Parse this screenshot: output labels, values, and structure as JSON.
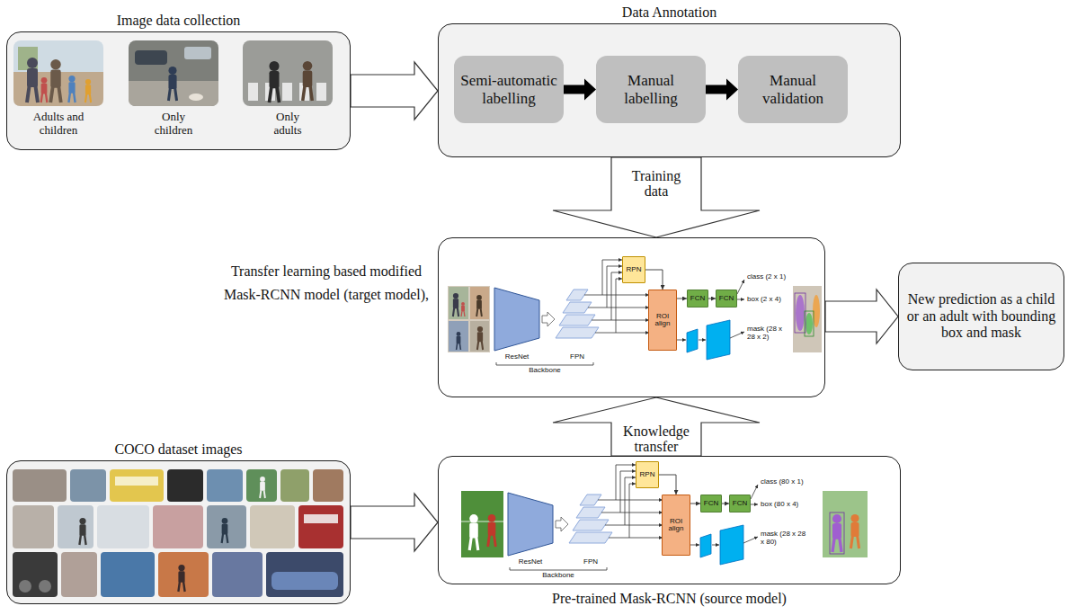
{
  "diagram": {
    "nodes": [
      {
        "text": [
          "Image data collection"
        ]
      },
      {
        "text": [
          "Data Annotation"
        ]
      },
      {
        "text": [
          "Semi-automatic labelling"
        ],
        "in": 1
      },
      {
        "text": [
          "Manual labelling"
        ],
        "in": 1
      },
      {
        "text": [
          "Manual validation"
        ],
        "in": 1
      },
      {
        "text": [
          "Transfer learning based modified Mask-RCNN model (target model),"
        ]
      },
      {
        "text": [
          "RPN"
        ],
        "in": 5
      },
      {
        "text": [
          "ROI align"
        ],
        "in": 5
      },
      {
        "text": [
          "FCN"
        ],
        "in": 5
      },
      {
        "text": [
          "FCN"
        ],
        "in": 5
      },
      {
        "text": [
          "New prediction as a child or an adult with bounding box and mask"
        ]
      },
      {
        "text": [
          "COCO dataset images"
        ]
      },
      {
        "text": [
          "Pre-trained Mask-RCNN (source model)"
        ]
      },
      {
        "text": [
          "RPN"
        ],
        "in": 12
      },
      {
        "text": [
          "ROI align"
        ],
        "in": 12
      },
      {
        "text": [
          "FCN"
        ],
        "in": 12
      },
      {
        "text": [
          "FCN"
        ],
        "in": 12
      }
    ],
    "edges": [
      {
        "from": 0,
        "to": 1,
        "arrow": "to"
      },
      {
        "from": 2,
        "to": 3,
        "arrow": "to"
      },
      {
        "from": 3,
        "to": 4,
        "arrow": "to"
      },
      {
        "from": 1,
        "to": 5,
        "label": "Training data",
        "arrow": "to"
      },
      {
        "from": 5,
        "to": 10,
        "arrow": "to"
      },
      {
        "from": 12,
        "to": 5,
        "label": "Knowledge transfer",
        "arrow": "to"
      },
      {
        "from": 11,
        "to": 12,
        "arrow": "to"
      },
      {
        "from": 6,
        "to": 7,
        "arrow": "to"
      },
      {
        "from": 7,
        "to": 8,
        "arrow": "to"
      },
      {
        "from": 8,
        "to": 9,
        "arrow": "to"
      },
      {
        "from": 13,
        "to": 14,
        "arrow": "to"
      },
      {
        "from": 14,
        "to": 15,
        "arrow": "to"
      },
      {
        "from": 15,
        "to": 16,
        "arrow": "to"
      }
    ],
    "labels": [
      "Adults and children",
      "Only children",
      "Only adults",
      "ResNet",
      "FPN",
      "Backbone",
      "class (2 x 1)",
      "box (2 x 4)",
      "mask (28 x 28 x 2)",
      "ResNet",
      "FPN",
      "Backbone",
      "class (80 x 1)",
      "box (80 x 4)",
      "mask (28 x 28 x 80)"
    ]
  }
}
